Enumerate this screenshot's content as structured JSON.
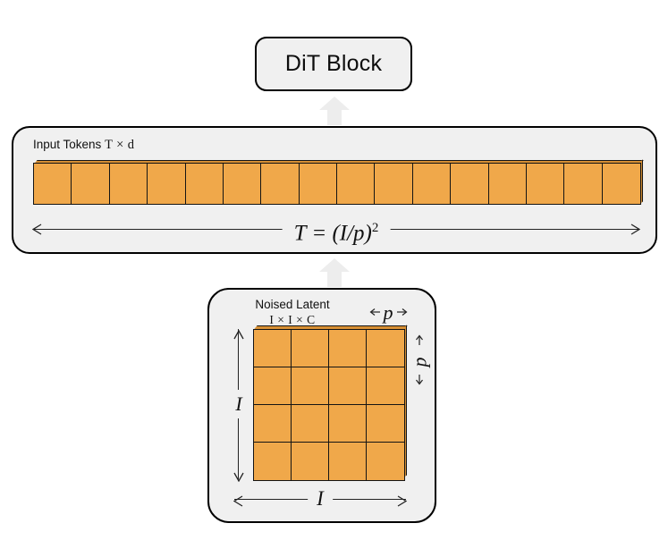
{
  "diagram": {
    "title": "DiT patchify diagram",
    "colors": {
      "patch_orange": "#F0A84A",
      "patch_depth": "#D78F33",
      "panel_fill": "#F0F0F0",
      "outline": "#000000",
      "block_arrow": "#EDEDED"
    }
  },
  "dit_block": {
    "label": "DiT Block"
  },
  "arrows": {
    "latent_to_tokens": "up-block-arrow",
    "tokens_to_dit": "up-block-arrow"
  },
  "input_tokens": {
    "caption_text": "Input Tokens",
    "caption_dims": "T × d",
    "token_count": 16,
    "tokens": [
      "token-1",
      "token-2",
      "token-3",
      "token-4",
      "token-5",
      "token-6",
      "token-7",
      "token-8",
      "token-9",
      "token-10",
      "token-11",
      "token-12",
      "token-13",
      "token-14",
      "token-15",
      "token-16"
    ],
    "dimension": {
      "formula_lhs": "T = (I/p)",
      "formula_exp": "2"
    }
  },
  "noised_latent": {
    "caption_title": "Noised Latent",
    "caption_dims": "I × I × C",
    "grid_rows": 4,
    "grid_cols": 4,
    "patch_label_horizontal": "p",
    "patch_label_vertical": "p",
    "height_label": "I",
    "width_label": "I",
    "patches": [
      "patch-r1c1",
      "patch-r1c2",
      "patch-r1c3",
      "patch-r1c4",
      "patch-r2c1",
      "patch-r2c2",
      "patch-r2c3",
      "patch-r2c4",
      "patch-r3c1",
      "patch-r3c2",
      "patch-r3c3",
      "patch-r3c4",
      "patch-r4c1",
      "patch-r4c2",
      "patch-r4c3",
      "patch-r4c4"
    ]
  }
}
